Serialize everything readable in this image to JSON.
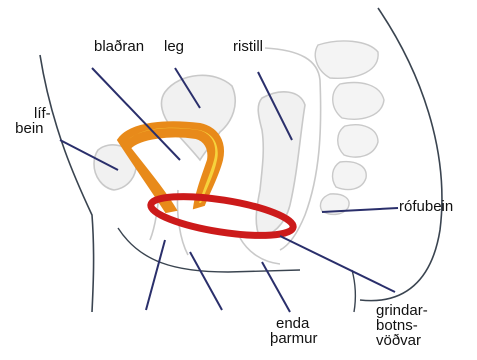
{
  "labels": {
    "bladran": "blaðran",
    "leg": "leg",
    "ristill": "ristill",
    "lifbein_1": "líf-",
    "lifbein_2": "bein",
    "rofubein": "rófubein",
    "enda_1": "enda",
    "enda_2": "þarmur",
    "grind_1": "grindar-",
    "grind_2": "botns-",
    "grind_3": "vöðvar"
  },
  "colors": {
    "outline": "#3a4450",
    "organ_fill": "#f1f1f1",
    "organ_stroke": "#c9c9c9",
    "bone_fill": "#f4f4f4",
    "bladder_outer": "#e88a1a",
    "bladder_inner": "#f6d23c",
    "muscle_ring": "#cc1a1a",
    "leader": "#2a2f6b"
  }
}
